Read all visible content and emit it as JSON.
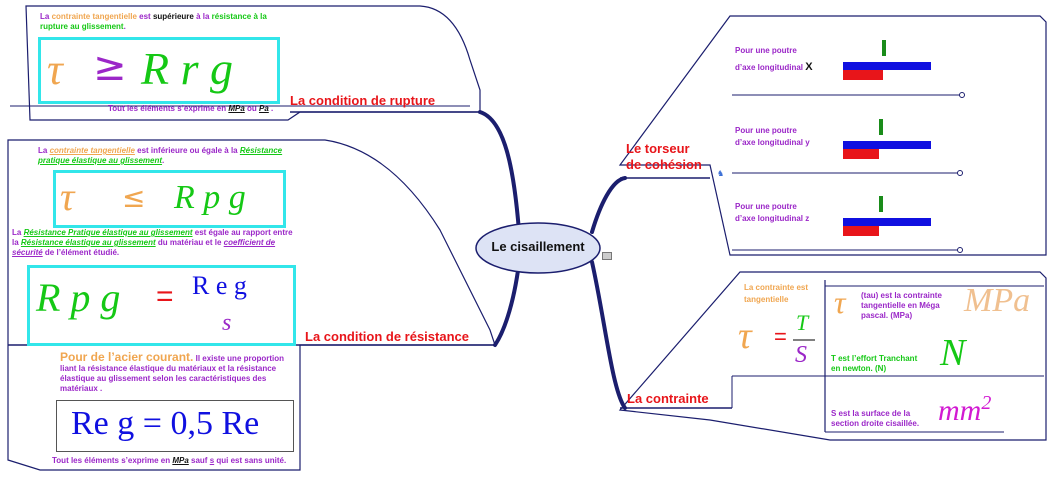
{
  "center": {
    "label": "Le cisaillement"
  },
  "rupture": {
    "branch": "La condition de rupture",
    "intro": {
      "a": "La ",
      "b": "contrainte tangentielle",
      "c": " est ",
      "d": "supérieure",
      "e": " à la ",
      "f": "résistance à la rupture au glissement",
      "g": "."
    },
    "formula": {
      "tau": "τ",
      "op": "≥",
      "rrg": "R r g"
    },
    "units": {
      "a": "Tout les éléments s’exprime en ",
      "b": "MPa",
      "c": " ou ",
      "d": "Pa",
      "e": " ."
    }
  },
  "resistance": {
    "branch": "La condition de résistance",
    "intro": {
      "a": "La ",
      "b": "contrainte tangentielle",
      "c": " est inférieure ou égale à la ",
      "d": "Résistance pratique élastique au glissement",
      "e": "."
    },
    "formula1": {
      "tau": "τ",
      "op": "≤",
      "rpg": "R p g"
    },
    "desc": {
      "a": "La ",
      "b": "Résistance Pratique élastique au glissement",
      "c": " est égale au rapport entre la ",
      "d": "Résistance élastique au glissement",
      "e": " du matériau et le ",
      "f": "coefficient de sécurité",
      "g": " de l’élément étudié."
    },
    "formula2": {
      "lhs": "R p g",
      "eq": "=",
      "num": "R e g",
      "den": "s"
    },
    "steel": {
      "title": "Pour de l’acier courant.",
      "text": " Il existe une proportion liant la résistance élastique du matériaux et la résistance élastique au glissement selon les caractéristiques des matériaux ."
    },
    "formula3": "Re g = 0,5 Re",
    "units": {
      "a": "Tout les éléments s’exprime en ",
      "b": "MPa",
      "c": " sauf ",
      "d": "s",
      "e": " qui est sans unité."
    }
  },
  "torseur": {
    "branch_l1": "Le torseur",
    "branch_l2": "de cohésion",
    "items": [
      {
        "line1": "Pour une poutre",
        "line2": "d’axe longitudinal",
        "axis": "X"
      },
      {
        "line1": "Pour une poutre",
        "line2": "d’axe longitudinal y",
        "axis": ""
      },
      {
        "line1": "Pour une poutre",
        "line2": "d’axe longitudinal z",
        "axis": ""
      }
    ]
  },
  "contrainte": {
    "branch": "La contrainte",
    "intro_l1": "La contrainte est",
    "intro_l2": "tangentielle",
    "formula": {
      "tau": "τ",
      "eq": "=",
      "num": "T",
      "den": "S"
    },
    "rows": [
      {
        "sym": "τ",
        "text_l1": "(tau) est la contrainte",
        "text_l2": "tangentielle en Méga",
        "text_l3": "pascal. (MPa)",
        "unit": "MPa"
      },
      {
        "sym": "",
        "text_l1": "T est l’effort Tranchant",
        "text_l2": "en newton. (N)",
        "text_l3": "",
        "unit": "N"
      },
      {
        "sym": "",
        "text_l1": "S est la surface de la",
        "text_l2": "section droite cisaillée.",
        "text_l3": "",
        "unit": "mm",
        "exp": "2"
      }
    ]
  },
  "colors": {
    "branch": "#e8151a",
    "navy": "#1b1e6e",
    "purple": "#9b27c8",
    "green": "#15c815",
    "orange": "#f0a650",
    "cyan": "#32e6ea",
    "blue": "#1010e0"
  }
}
